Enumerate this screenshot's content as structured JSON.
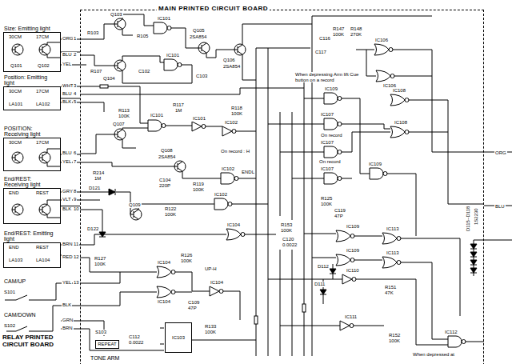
{
  "diagram": {
    "nodes": [
      {
        "text": [
          "MAIN PRINTED CIRCUIT BOARD"
        ]
      },
      {
        "text": [
          "Size: Emitting light",
          "30CM",
          "17CM",
          "Q101",
          "Q102"
        ]
      },
      {
        "text": [
          "Position: Emitting light",
          "30CM",
          "17CM",
          "LA101",
          "LA102"
        ]
      },
      {
        "text": [
          "POSITION: Receiving light",
          "30CM",
          "17CM"
        ]
      },
      {
        "text": [
          "End/REST: Receiving light",
          "END",
          "REST"
        ]
      },
      {
        "text": [
          "End/REST: Emitting light",
          "END",
          "REST",
          "LA103",
          "LA104"
        ]
      },
      {
        "text": [
          "IC103"
        ],
        "in": 0
      },
      {
        "text": [
          "REPEAT"
        ],
        "in": 0
      }
    ],
    "edges": [
      {
        "from": 1,
        "to": 0,
        "arrow": "none"
      },
      {
        "from": 2,
        "to": 0,
        "arrow": "none"
      },
      {
        "from": 3,
        "to": 0,
        "arrow": "none"
      },
      {
        "from": 4,
        "to": 0,
        "arrow": "none"
      },
      {
        "from": 5,
        "to": 0,
        "arrow": "none"
      }
    ],
    "labels": [
      "RELAY PRINTED CIRCUIT BOARD",
      "TONE ARM",
      "ORG",
      "BLU",
      "YEL",
      "WHT",
      "BLU",
      "BLK",
      "BLU",
      "YEL",
      "GRY",
      "VLT",
      "BLK",
      "BRN",
      "RED",
      "YEL",
      "BLK",
      "GRN",
      "BRN",
      "1",
      "2",
      "3",
      "4",
      "5",
      "6",
      "7",
      "8",
      "9",
      "10",
      "11",
      "12",
      "13",
      "CAM/UP",
      "S101",
      "CAM/DOWN",
      "S102",
      "S103",
      "Q103",
      "IC101",
      "R103",
      "R105",
      "Q105",
      "2SA854",
      "Q106",
      "2SA854",
      "Q104",
      "IC101",
      "C102",
      "C103",
      "R107",
      "Q107",
      "R113",
      "100K",
      "IC101",
      "R117",
      "1M",
      "IC101",
      "IC102",
      "R118",
      "100K",
      "On record : H",
      "Q108",
      "2SA854",
      "R119",
      "100K",
      "C104",
      "220P",
      "IC102",
      "ENDL",
      "IC102",
      "Q109",
      "R122",
      "100K",
      "D121",
      "D122",
      "R214",
      "1M",
      "IC104",
      "R127",
      "100K",
      "IC104",
      "IC104",
      "UP-H",
      "IC104",
      "R126",
      "100K",
      "C109",
      "47P",
      "R133",
      "100K",
      "C112",
      "0.0022",
      "C116",
      "R147",
      "100K",
      "R148",
      "270K",
      "IC106",
      "C117",
      "When depressing Arm lift Cue button on a record",
      "IC106",
      "IC109",
      "IC108",
      "IC107",
      "IC108",
      "On record",
      "IC107",
      "On record",
      "IC107",
      "IC109",
      "R125",
      "100K",
      "C119",
      "47P",
      "R153",
      "100K",
      "C120",
      "0.0022",
      "IC109",
      "IC113",
      "IC109",
      "IC113",
      "D112",
      "IC110",
      "D111",
      "R151",
      "47K",
      "IC111",
      "R152",
      "100K",
      "IC112",
      "When depressed at",
      "D115~D118",
      "1S2230",
      "ORG",
      "BLU"
    ]
  }
}
